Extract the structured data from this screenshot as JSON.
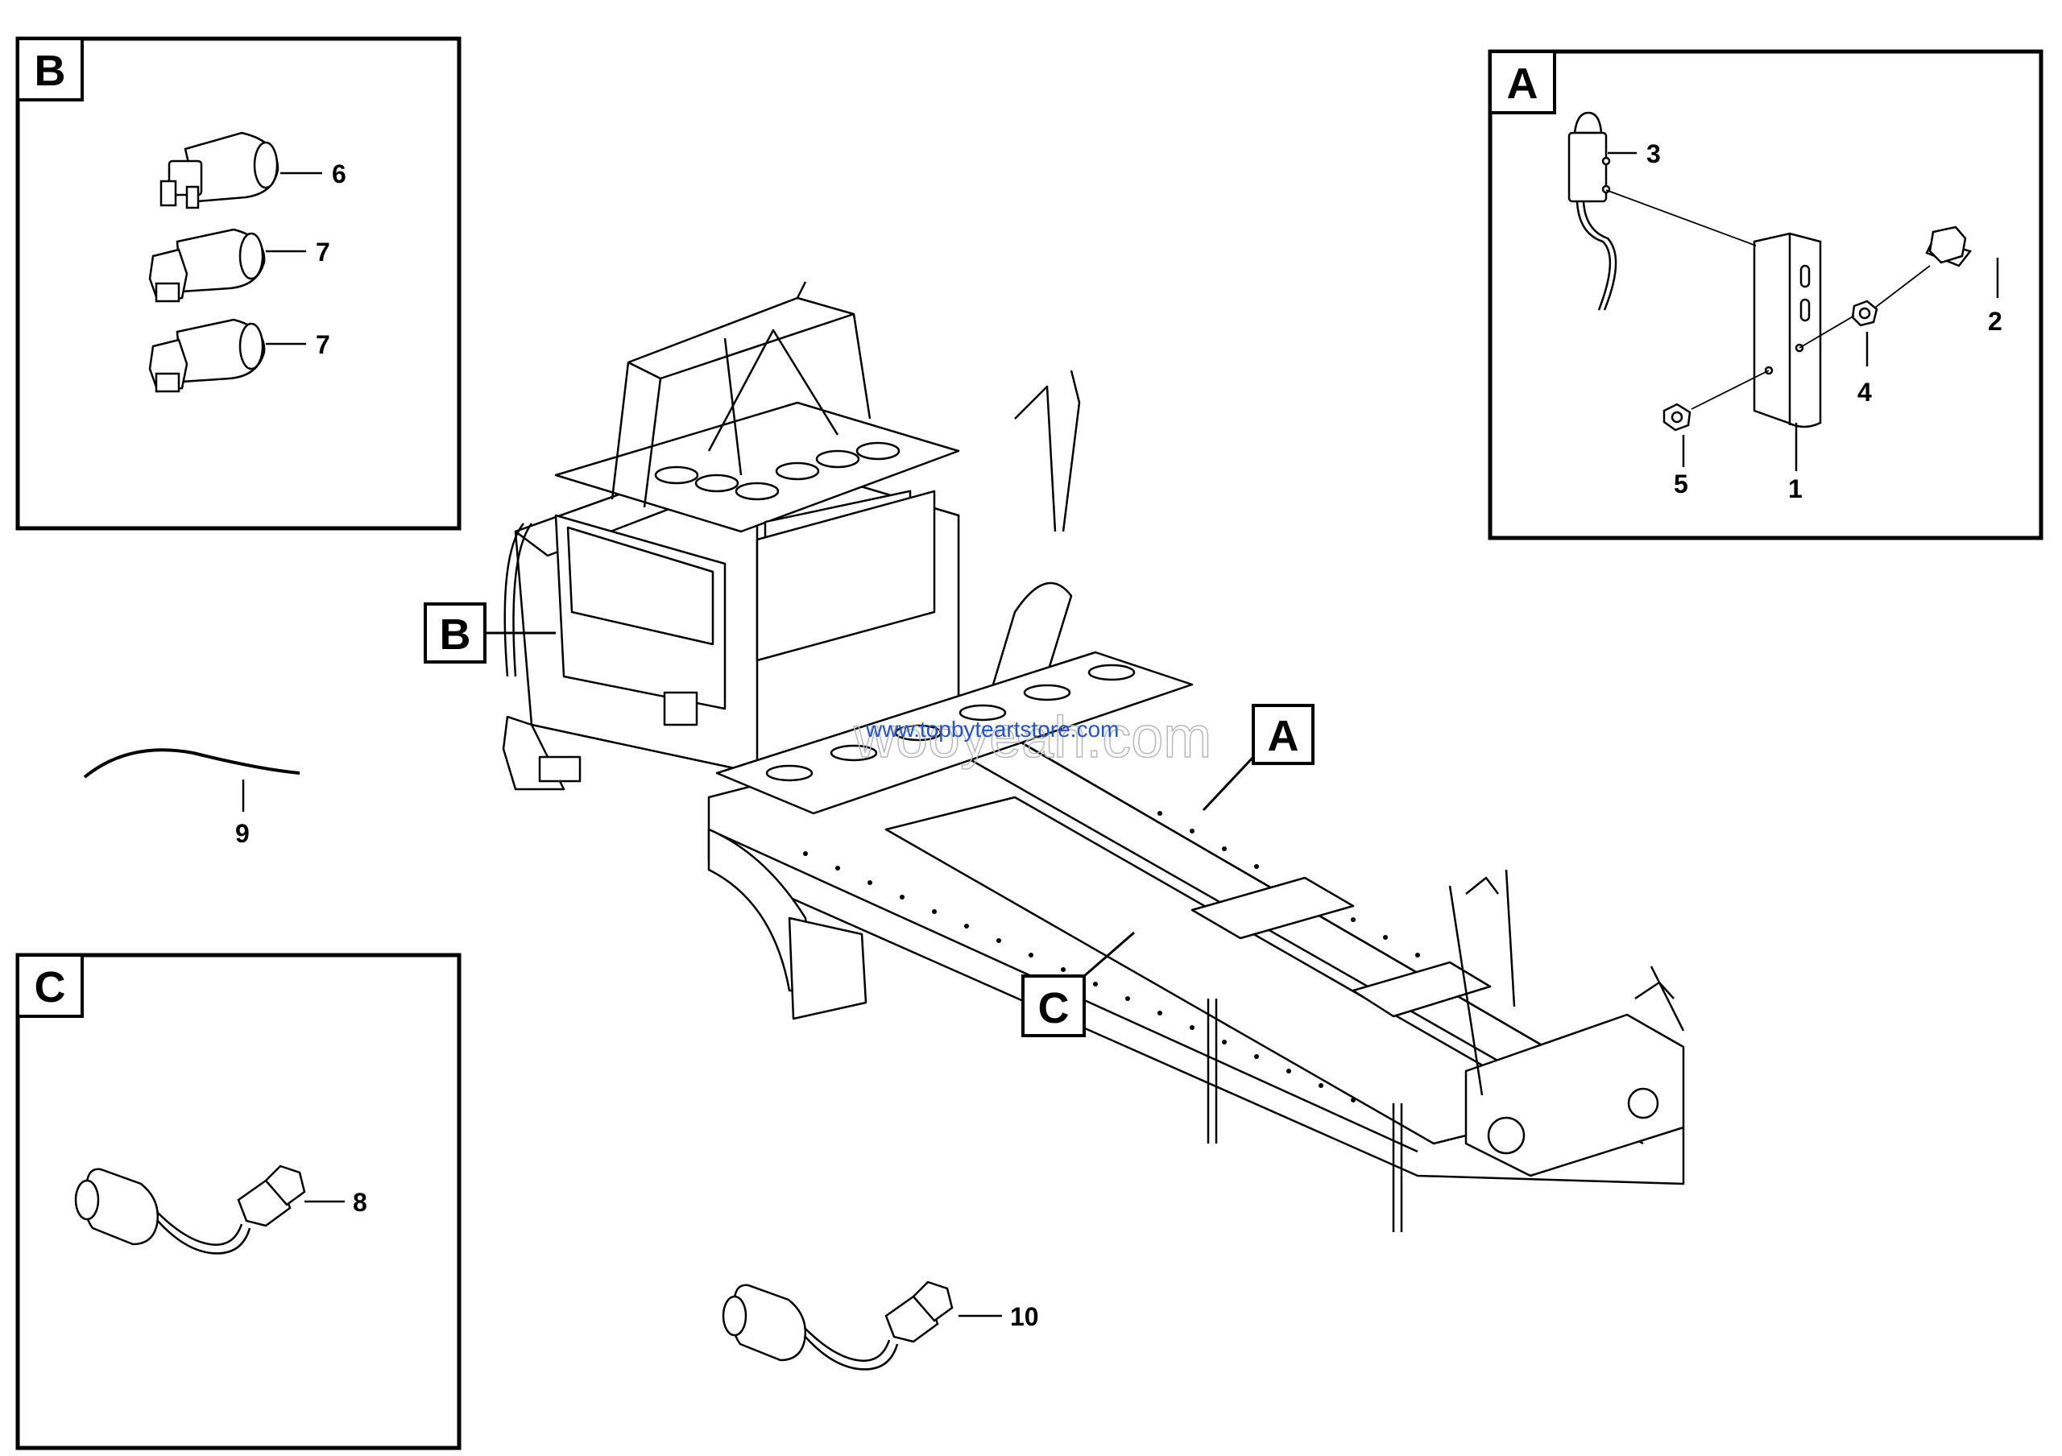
{
  "panels": {
    "A": {
      "tag": "A",
      "callouts": [
        "1",
        "2",
        "3",
        "4",
        "5"
      ]
    },
    "B": {
      "tag": "B",
      "callouts": [
        "6",
        "7",
        "7"
      ]
    },
    "C": {
      "tag": "C",
      "callouts": [
        "8"
      ]
    }
  },
  "loose_callouts": [
    "9",
    "10"
  ],
  "view_tags": [
    "A",
    "B",
    "C"
  ],
  "watermark": {
    "main": "wooyeah.com",
    "link": "www.topbyteartstore.com"
  }
}
